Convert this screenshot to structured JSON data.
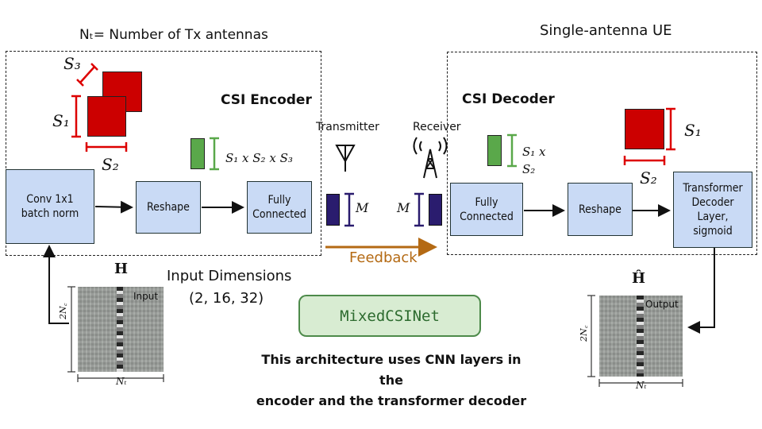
{
  "top_labels": {
    "nt_definition": "Nₜ= Number of Tx antennas",
    "ue_title": "Single-antenna UE"
  },
  "encoder": {
    "title": "CSI Encoder",
    "blocks": {
      "conv": [
        "Conv 1x1",
        "batch norm"
      ],
      "reshape": "Reshape",
      "fc": [
        "Fully",
        "Connected"
      ]
    },
    "dims": {
      "s1": "S₁",
      "s2": "S₂",
      "s3": "S₃",
      "green_label": "S₁ x S₂ x S₃"
    }
  },
  "decoder": {
    "title": "CSI Decoder",
    "blocks": {
      "fc": [
        "Fully",
        "Connected"
      ],
      "reshape": "Reshape",
      "transformer": [
        "Transformer",
        "Decoder",
        "Layer,",
        "sigmoid"
      ]
    },
    "dims": {
      "green_label_line1": "S₁ x",
      "green_label_line2": "S₂",
      "s1": "S₁",
      "s2": "S₂"
    }
  },
  "channel": {
    "transmitter": "Transmitter",
    "receiver": "Receiver",
    "m_label": "M",
    "feedback": "Feedback"
  },
  "input": {
    "symbol": "H",
    "label": "Input",
    "dims_title": "Input Dimensions",
    "dims_value": "(2, 16, 32)",
    "rows_label": "2N꜀",
    "cols_label": "Nₜ"
  },
  "output": {
    "symbol": "Ĥ",
    "label": "Output",
    "rows_label": "2N꜀",
    "cols_label": "Nₜ"
  },
  "model_name": "MixedCSINet",
  "description": [
    "This architecture uses CNN layers in the",
    "encoder and the transformer decoder"
  ],
  "colors": {
    "block_fill": "#c9daf5",
    "red": "#cc0000",
    "green": "#5aa84a",
    "navy": "#2a1c6e",
    "feedback": "#b46a14",
    "mixed_border": "#4d8a4a"
  }
}
